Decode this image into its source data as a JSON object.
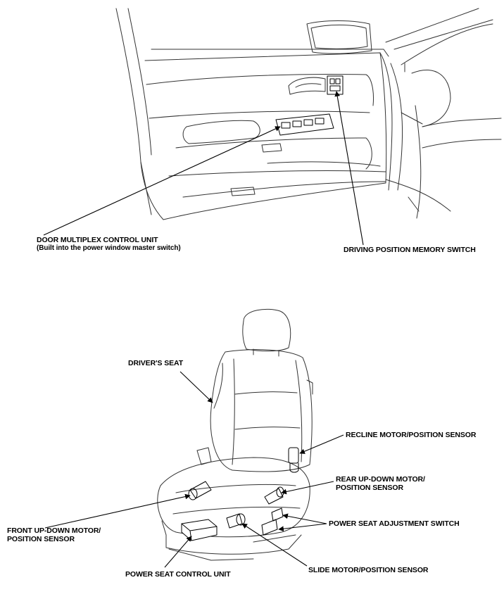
{
  "labels": {
    "door_multiplex_line1": "DOOR MULTIPLEX CONTROL UNIT",
    "door_multiplex_line2": "(Built into the power window master switch)",
    "driving_position_memory_switch": "DRIVING POSITION MEMORY SWITCH",
    "drivers_seat": "DRIVER'S SEAT",
    "recline_motor": "RECLINE MOTOR/POSITION SENSOR",
    "rear_updown_line1": "REAR UP-DOWN MOTOR/",
    "rear_updown_line2": "POSITION SENSOR",
    "power_seat_adjustment_switch": "POWER SEAT ADJUSTMENT SWITCH",
    "front_updown_line1": "FRONT UP-DOWN MOTOR/",
    "front_updown_line2": "POSITION SENSOR",
    "power_seat_control_unit": "POWER SEAT CONTROL UNIT",
    "slide_motor": "SLIDE MOTOR/POSITION SENSOR"
  }
}
